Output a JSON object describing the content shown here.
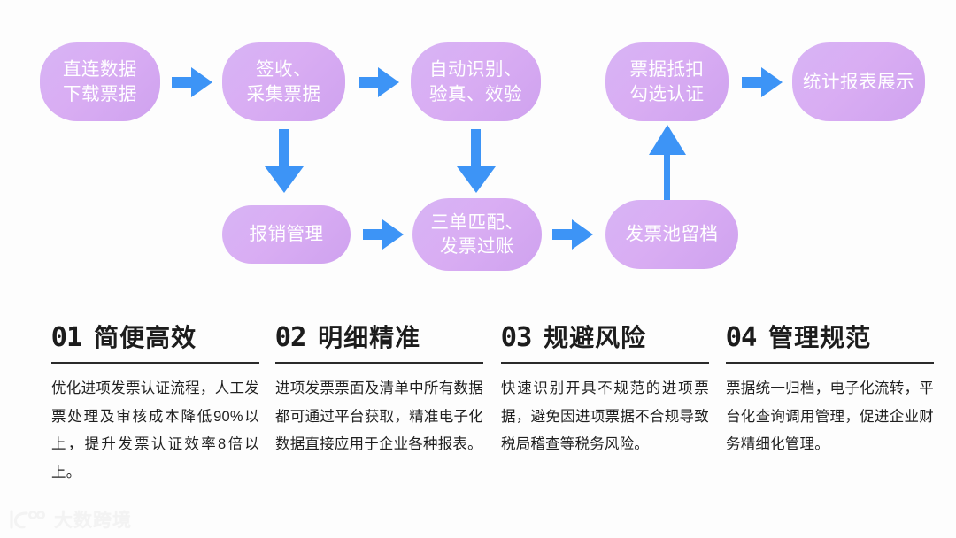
{
  "theme": {
    "background": "#fdfdfd",
    "pill_fill_start": "#d8b4f5",
    "pill_fill_end": "#cfa2ef",
    "pill_text": "#ffffff",
    "arrow_color": "#3d94f6",
    "heading_color": "#1c1c1c",
    "body_color": "#1f1f1f",
    "rule_color": "#2b2b2b"
  },
  "flow": {
    "row1": [
      {
        "id": "direct-data-download",
        "label": "直连数据\n下载票据"
      },
      {
        "id": "receive-collect",
        "label": "签收、\n采集票据"
      },
      {
        "id": "auto-recognize-verify",
        "label": "自动识别、\n验真、效验"
      },
      {
        "id": "deduction-selection-auth",
        "label": "票据抵扣\n勾选认证"
      },
      {
        "id": "statistical-report",
        "label": "统计报表展示"
      }
    ],
    "row2": [
      {
        "id": "reimbursement-management",
        "label": "报销管理"
      },
      {
        "id": "three-way-match-posting",
        "label": "三单匹配、\n发票过账"
      },
      {
        "id": "invoice-pool-archive",
        "label": "发票池留档"
      }
    ],
    "connectors": [
      {
        "id": "arrow-1-to-2",
        "direction": "right"
      },
      {
        "id": "arrow-2-to-3",
        "direction": "right"
      },
      {
        "id": "arrow-4-to-5",
        "direction": "right"
      },
      {
        "id": "arrow-receive-to-reimbursement",
        "direction": "down"
      },
      {
        "id": "arrow-verify-to-match",
        "direction": "down"
      },
      {
        "id": "arrow-pool-to-deduction",
        "direction": "up"
      },
      {
        "id": "arrow-reimbursement-to-match",
        "direction": "right"
      },
      {
        "id": "arrow-match-to-pool",
        "direction": "right"
      }
    ]
  },
  "features": [
    {
      "number": "01",
      "title": "简便高效",
      "body": "优化进项发票认证流程，人工发票处理及审核成本降低90%以上，提升发票认证效率8倍以上。"
    },
    {
      "number": "02",
      "title": "明细精准",
      "body": "进项发票票面及清单中所有数据都可通过平台获取，精准电子化数据直接应用于企业各种报表。"
    },
    {
      "number": "03",
      "title": "规避风险",
      "body": "快速识别开具不规范的进项票据，避免因进项票据不合规导致税局稽查等税务风险。"
    },
    {
      "number": "04",
      "title": "管理规范",
      "body": "票据统一归档，电子化流转，平台化查询调用管理，促进企业财务精细化管理。"
    }
  ],
  "watermark": {
    "text": "大数跨境",
    "icon": "brand-logo-icon"
  }
}
